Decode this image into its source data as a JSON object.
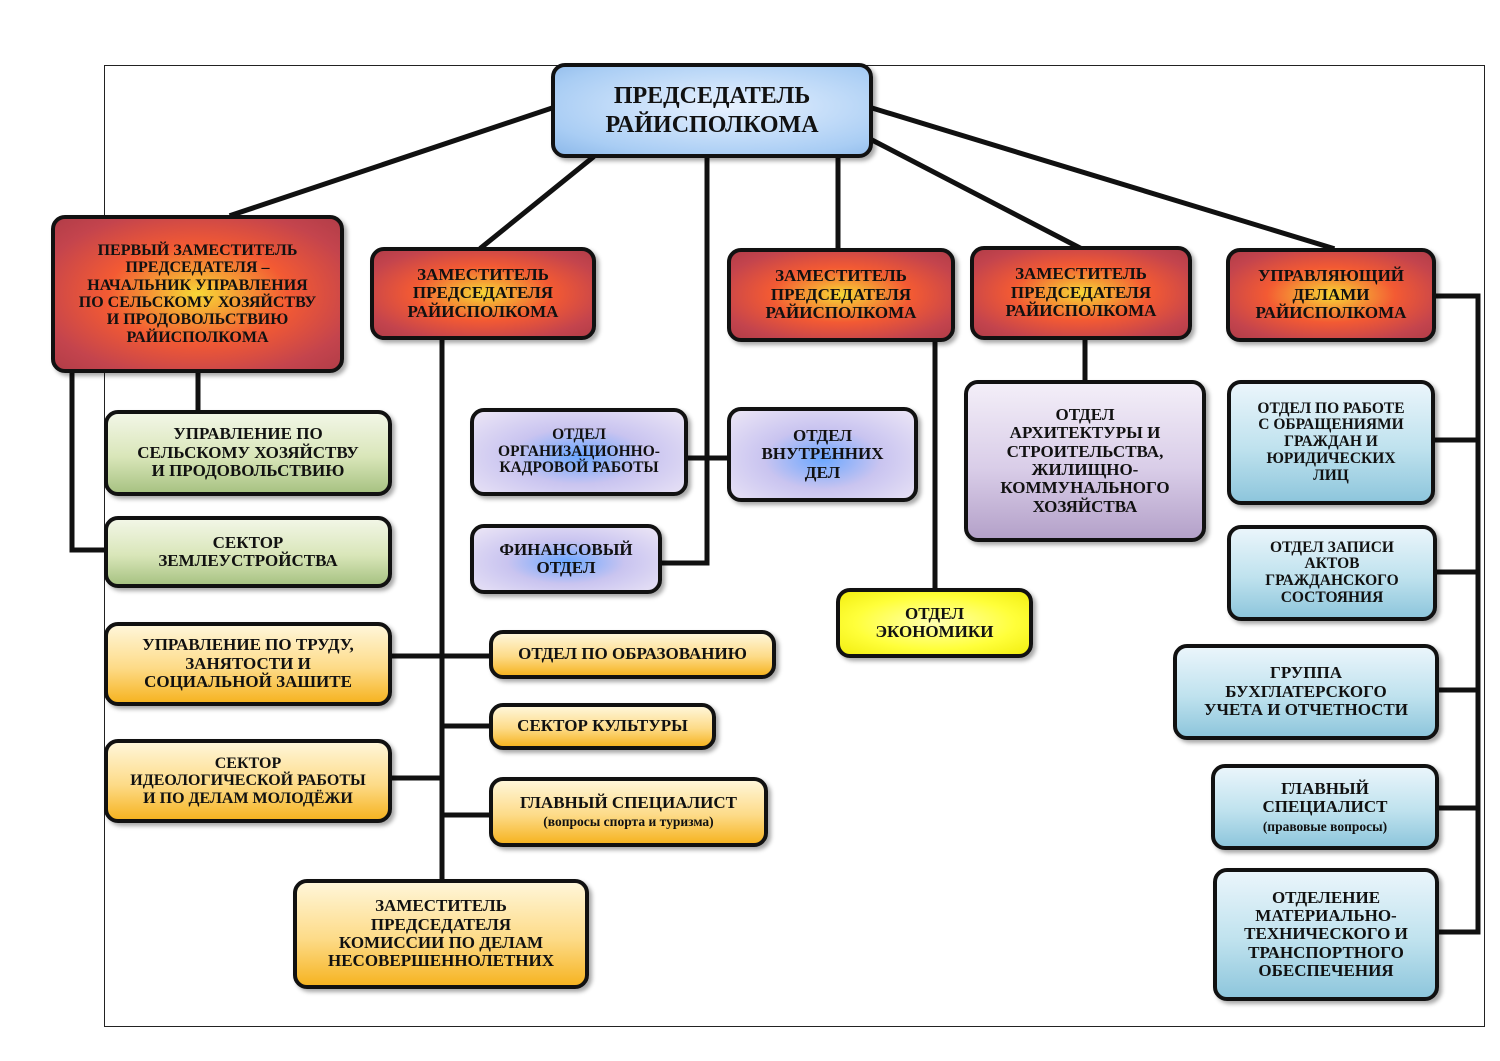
{
  "chairman": {
    "line1": "ПРЕДСЕДАТЕЛЬ",
    "line2": "РАЙИСПОЛКОМА"
  },
  "deputies": {
    "first": [
      "ПЕРВЫЙ ЗАМЕСТИТЕЛЬ",
      "ПРЕДСЕДАТЕЛЯ –",
      "НАЧАЛЬНИК УПРАВЛЕНИЯ",
      "ПО СЕЛЬСКОМУ ХОЗЯЙСТВУ",
      "И ПРОДОВОЛЬСТВИЮ",
      "РАЙИСПОЛКОМА"
    ],
    "deputy2": [
      "ЗАМЕСТИТЕЛЬ",
      "ПРЕДСЕДАТЕЛЯ",
      "РАЙИСПОЛКОМА"
    ],
    "deputy3": [
      "ЗАМЕСТИТЕЛЬ",
      "ПРЕДСЕДАТЕЛЯ",
      "РАЙИСПОЛКОМА"
    ],
    "deputy4": [
      "ЗАМЕСТИТЕЛЬ",
      "ПРЕДСЕДАТЕЛЯ",
      "РАЙИСПОЛКОМА"
    ],
    "manager": [
      "УПРАВЛЯЮЩИЙ",
      "ДЕЛАМИ",
      "РАЙИСПОЛКОМА"
    ]
  },
  "agri": {
    "department": [
      "УПРАВЛЕНИЕ ПО",
      "СЕЛЬСКОМУ ХОЗЯЙСТВУ",
      "И ПРОДОВОЛЬСТВИЮ"
    ],
    "land_sector": [
      "СЕКТОР",
      "ЗЕМЛЕУСТРОЙСТВА"
    ]
  },
  "social": {
    "labor": [
      "УПРАВЛЕНИЕ ПО ТРУДУ,",
      "ЗАНЯТОСТИ И",
      "СОЦИАЛЬНОЙ ЗАШИТЕ"
    ],
    "ideology": [
      "СЕКТОР",
      "ИДЕОЛОГИЧЕСКОЙ РАБОТЫ",
      "И ПО ДЕЛАМ МОЛОДЁЖИ"
    ],
    "education": "ОТДЕЛ ПО ОБРАЗОВАНИЮ",
    "culture": "СЕКТОР КУЛЬТУРЫ",
    "sport_title": "ГЛАВНЫЙ СПЕЦИАЛИСТ",
    "sport_sub": "(вопросы спорта и туризма)",
    "minors": [
      "ЗАМЕСТИТЕЛЬ",
      "ПРЕДСЕДАТЕЛЯ",
      "КОМИССИИ ПО ДЕЛАМ",
      "НЕСОВЕРШЕННОЛЕТНИХ"
    ]
  },
  "direct": {
    "personnel": [
      "ОТДЕЛ",
      "ОРГАНИЗАЦИОННО-",
      "КАДРОВОЙ РАБОТЫ"
    ],
    "internal": [
      "ОТДЕЛ",
      "ВНУТРЕННИХ",
      "ДЕЛ"
    ],
    "finance": [
      "ФИНАНСОВЫЙ",
      "ОТДЕЛ"
    ]
  },
  "economy": [
    "ОТДЕЛ",
    "ЭКОНОМИКИ"
  ],
  "architecture": [
    "ОТДЕЛ",
    "АРХИТЕКТУРЫ И",
    "СТРОИТЕЛЬСТВА,",
    "ЖИЛИЩНО-",
    "КОММУНАЛЬНОГО",
    "ХОЗЯЙСТВА"
  ],
  "admin": {
    "appeals": [
      "ОТДЕЛ ПО РАБОТЕ",
      "С ОБРАЩЕНИЯМИ",
      "ГРАЖДАН И",
      "ЮРИДИЧЕСКИХ",
      "ЛИЦ"
    ],
    "registry": [
      "ОТДЕЛ ЗАПИСИ",
      "АКТОВ",
      "ГРАЖДАНСКОГО",
      "СОСТОЯНИЯ"
    ],
    "accounting": [
      "ГРУППА",
      "БУХГЛАТЕРСКОГО",
      "УЧЕТА И ОТЧЕТНОСТИ"
    ],
    "legal_title": [
      "ГЛАВНЫЙ",
      "СПЕЦИАЛИСТ"
    ],
    "legal_sub": "(правовые вопросы)",
    "logistics": [
      "ОТДЕЛЕНИЕ",
      "МАТЕРИАЛЬНО-",
      "ТЕХНИЧЕСКОГО И",
      "ТРАНСПОРТНОГО",
      "ОБЕСПЕЧЕНИЯ"
    ]
  }
}
